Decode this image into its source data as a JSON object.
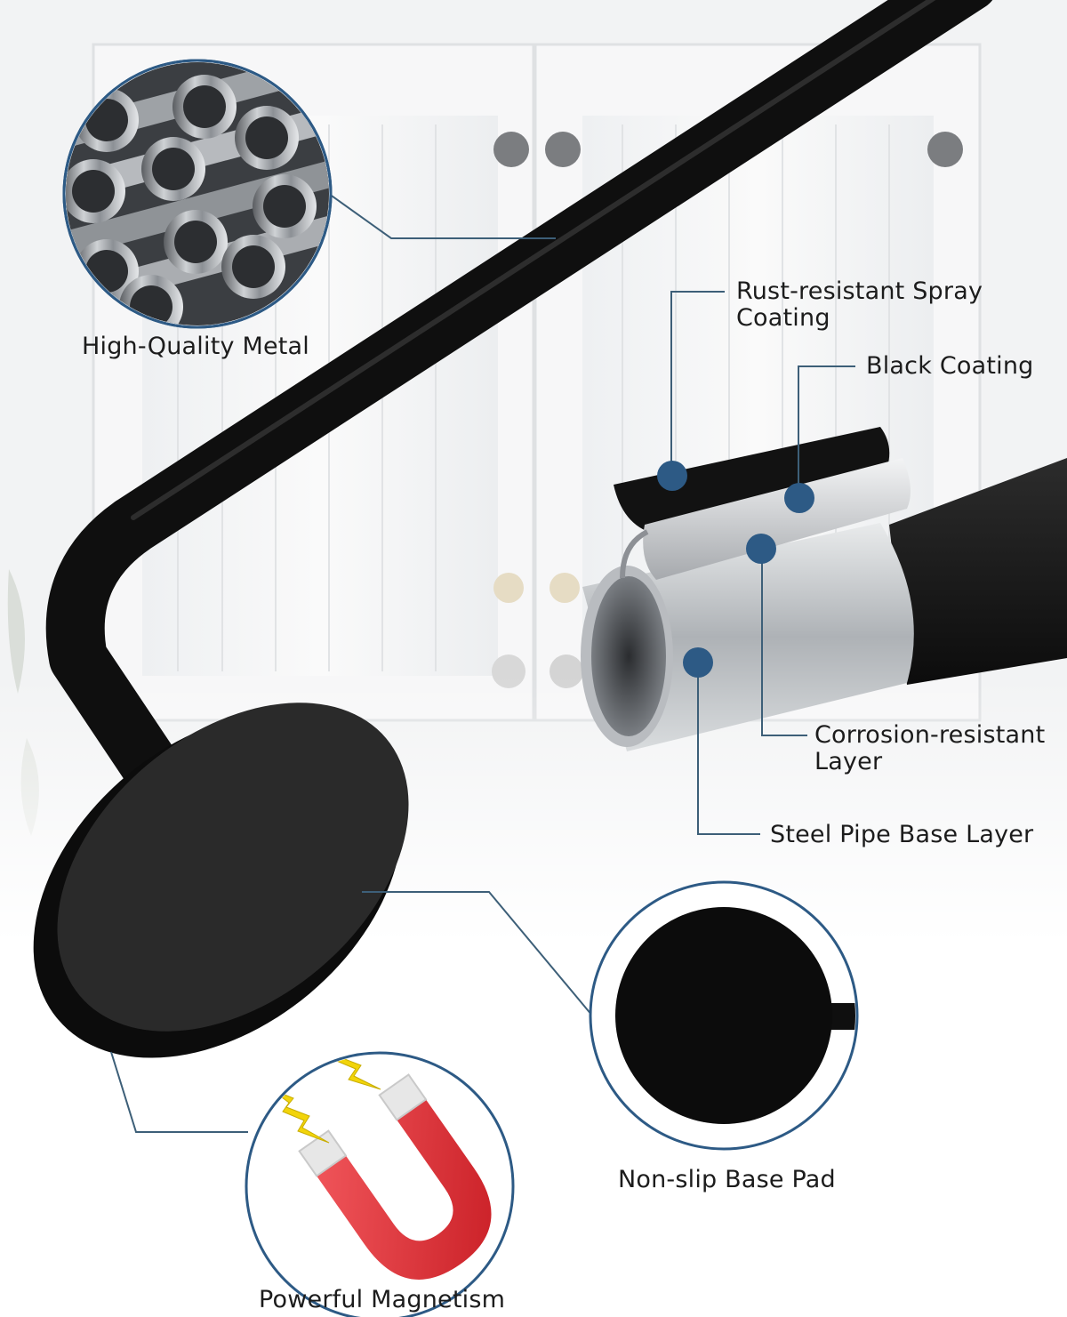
{
  "labels": {
    "high_quality_metal": "High-Quality Metal",
    "rust_resistant_line1": "Rust-resistant Spray",
    "rust_resistant_line2": "Coating",
    "black_coating": "Black Coating",
    "corrosion_line1": "Corrosion-resistant",
    "corrosion_line2": "Layer",
    "steel_pipe": "Steel Pipe Base Layer",
    "non_slip": "Non-slip Base Pad",
    "magnetism": "Powerful Magnetism"
  },
  "colors": {
    "accent": "#2d5a85",
    "leader_line": "#3d5f78",
    "rod": "#141414",
    "magnet_red": "#e53339"
  }
}
